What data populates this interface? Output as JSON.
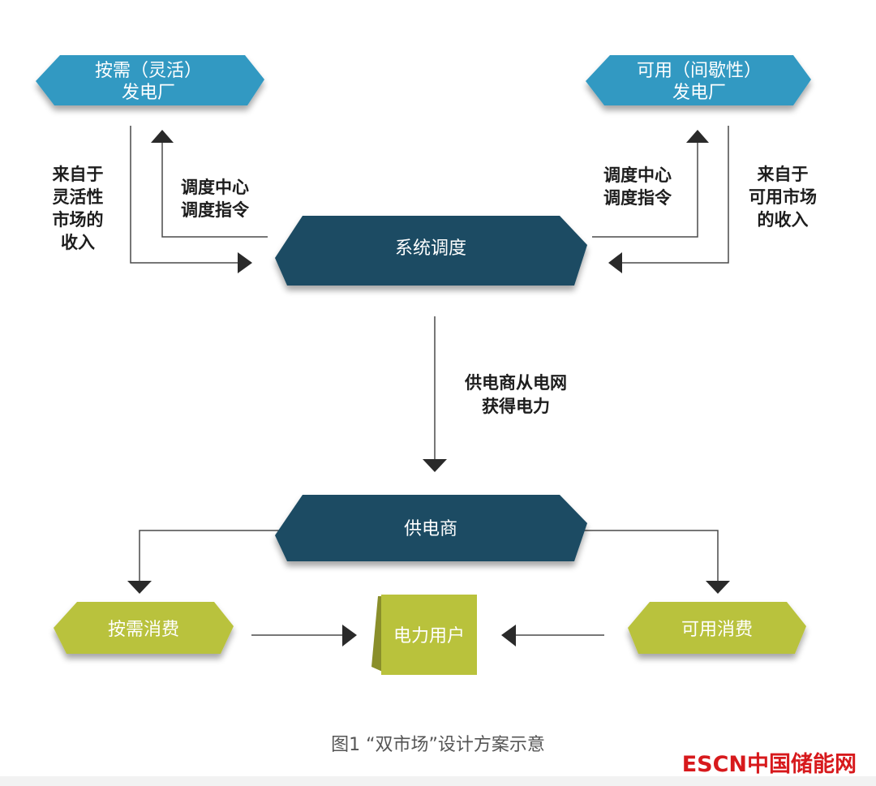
{
  "colors": {
    "light_blue": "#3399c2",
    "dark_teal": "#1c4c64",
    "olive": "#b9c23c",
    "line": "#4a4a4a",
    "logo_red": "#d7191c"
  },
  "nodes": {
    "on_demand_plant": [
      "按需（灵活）",
      "发电厂"
    ],
    "available_plant": [
      "可用（间歇性）",
      "发电厂"
    ],
    "system_dispatch": "系统调度",
    "supplier": "供电商",
    "on_demand_consumption": "按需消费",
    "available_consumption": "可用消费",
    "power_user": "电力用户"
  },
  "labels": {
    "left_income": [
      "来自于",
      "灵活性",
      "市场的",
      "收入"
    ],
    "left_dispatch": [
      "调度中心",
      "调度指令"
    ],
    "right_dispatch": [
      "调度中心",
      "调度指令"
    ],
    "right_income": [
      "来自于",
      "可用市场",
      "的收入"
    ],
    "supply_flow": [
      "供电商从电网",
      "获得电力"
    ]
  },
  "caption": "图1 “双市场”设计方案示意",
  "logo": "ESCN中国储能网"
}
